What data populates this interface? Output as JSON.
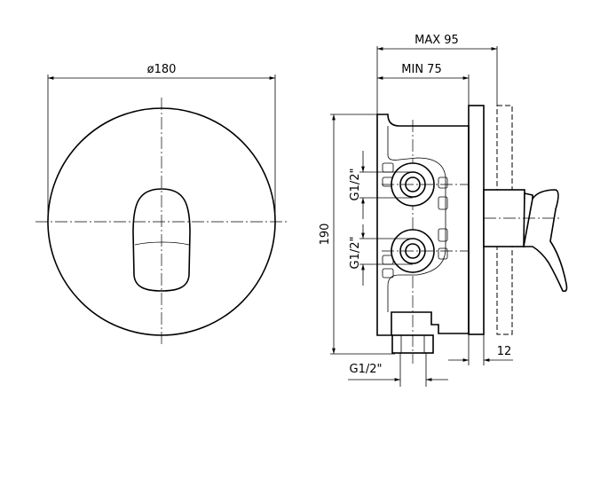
{
  "front_view": {
    "diameter_label": "ø180"
  },
  "side_view": {
    "max_depth_label": "MAX 95",
    "min_depth_label": "MIN 75",
    "height_label": "190",
    "upper_inlet_label": "G1/2\"",
    "lower_inlet_label": "G1/2\"",
    "bottom_outlet_label": "G1/2\"",
    "plate_thickness_label": "12"
  }
}
